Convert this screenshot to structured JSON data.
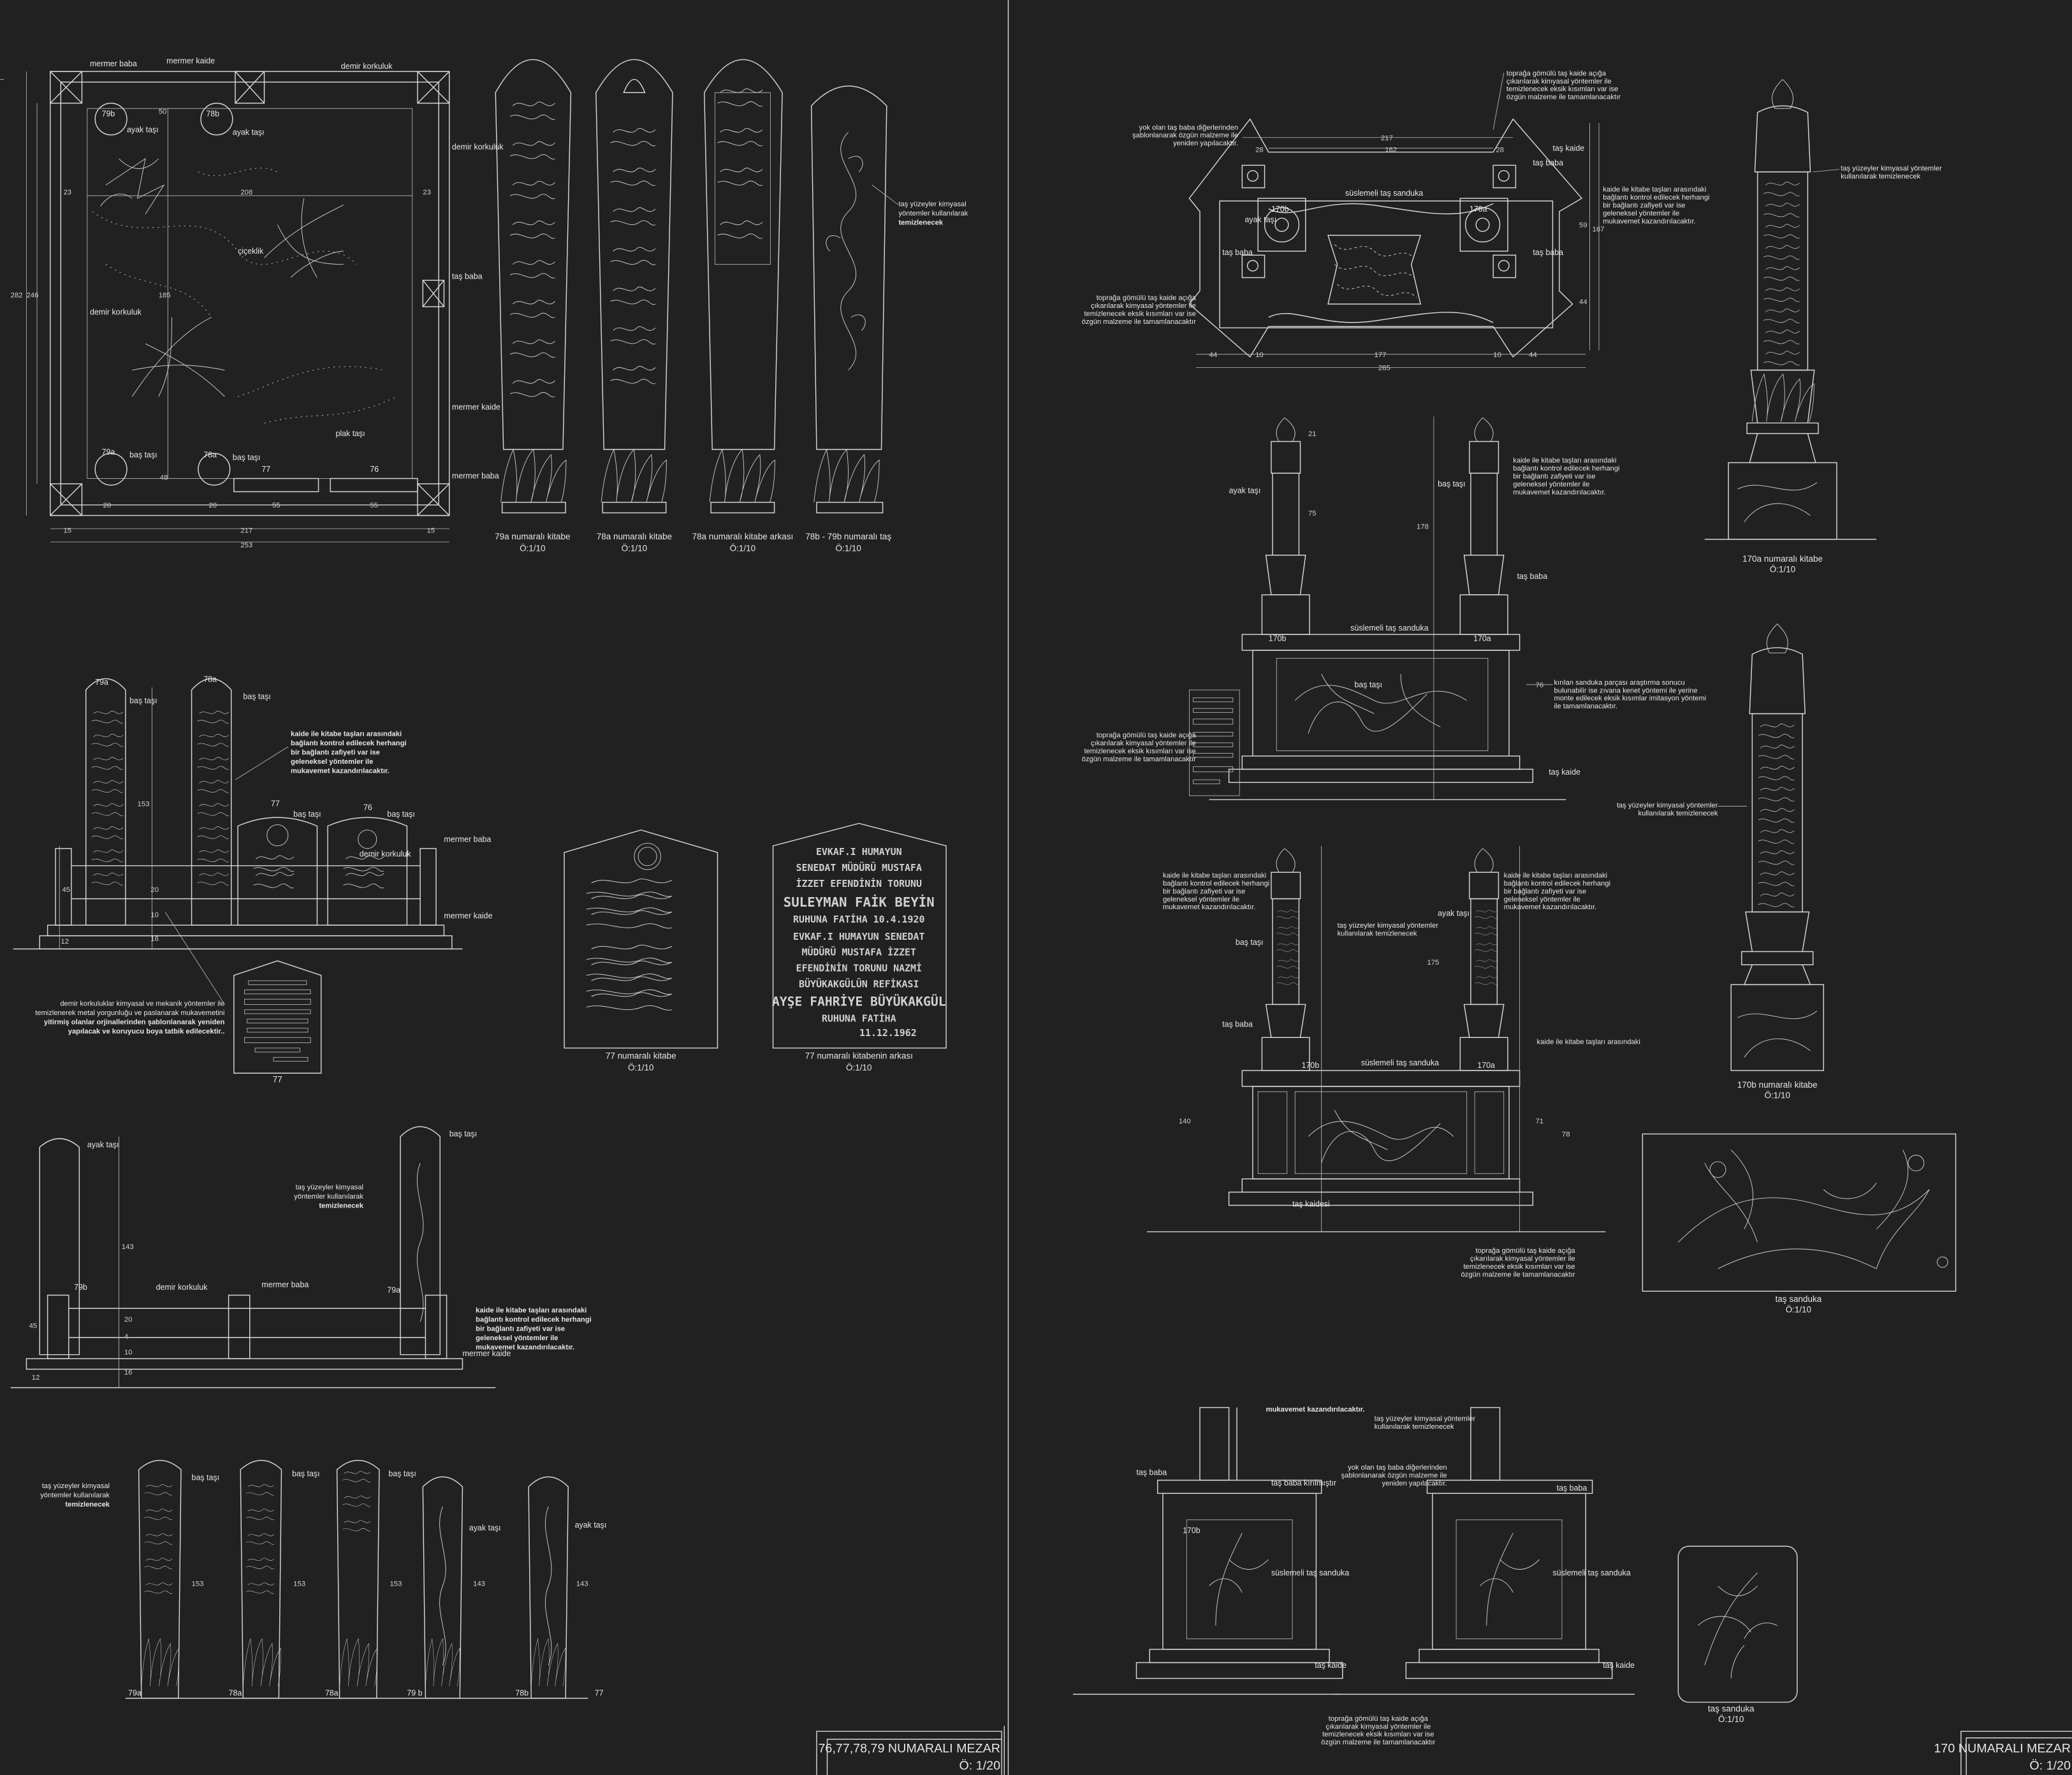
{
  "colors": {
    "background": "#212121",
    "line": "#d6d6d6"
  },
  "left_sheet": {
    "plan": {
      "labels": [
        "mermer baba",
        "mermer kaide",
        "demir korkuluk",
        "ayak taşı",
        "ayak taşı",
        "79b",
        "78b",
        "demir korkuluk",
        "çiçeklik",
        "demir korkuluk",
        "taş baba",
        "mermer kaide",
        "plak taşı",
        "baş taşı",
        "baş taşı",
        "79a",
        "78a",
        "77",
        "76",
        "mermer baba"
      ],
      "dims": [
        "217",
        "253",
        "282",
        "246",
        "208",
        "185",
        "15",
        "15",
        "20",
        "20",
        "55",
        "55",
        "48",
        "23",
        "23",
        "50"
      ]
    },
    "stones": [
      {
        "caption": "79a numaralı kitabe",
        "scale": "Ö:1/10"
      },
      {
        "caption": "78a numaralı kitabe",
        "scale": "Ö:1/10"
      },
      {
        "caption": "78a numaralı kitabe arkası",
        "scale": "Ö:1/10"
      },
      {
        "caption": "78b - 79b numaralı taş",
        "scale": "Ö:1/10"
      }
    ],
    "note_clean": [
      "taş yüzeyler kimyasal",
      "yöntemler kullanılarak",
      "temizlenecek"
    ],
    "elevation1": {
      "labels": [
        "79a",
        "78a",
        "baş taşı",
        "baş taşı",
        "77",
        "76",
        "baş taşı",
        "baş taşı",
        "mermer baba",
        "demir korkuluk",
        "mermer kaide"
      ],
      "dims": [
        "153",
        "45",
        "20",
        "10",
        "16",
        "12"
      ],
      "note": [
        "kaide ile kitabe taşları arasındaki",
        "bağlantı kontrol edilecek herhangi",
        "bir bağlantı zafiyeti var ise",
        "geleneksel yöntemler ile",
        "mukavemet kazandırılacaktır."
      ]
    },
    "note_iron": [
      "demir korkuluklar kimyasal ve mekanik yöntemler ile",
      "temizlenerek metal yorgunluğu ve paslanarak mukavemetini",
      "yitirmiş olanlar orjinallerinden şablonlanarak yeniden",
      "yapılacak ve koruyucu boya tatbik edilecektir.."
    ],
    "plaque_small_label": "77",
    "plaque_front": {
      "caption": "77 numaralı kitabe",
      "scale": "Ö:1/10"
    },
    "plaque_back": {
      "lines": [
        "EVKAF.I HUMAYUN",
        "SENEDAT MÜDÜRÜ MUSTAFA",
        "İZZET EFENDİNİN TORUNU",
        "SULEYMAN FAİK BEYİN",
        "RUHUNA FATİHA    10.4.1920",
        "EVKAF.I HUMAYUN  SENEDAT",
        "MÜDÜRÜ MUSTAFA İZZET",
        "EFENDİNİN TORUNU NAZMİ",
        "BÜYÜKAKGÜLÜN REFİKASI",
        "AYŞE FAHRİYE BÜYÜKAKGÜL",
        "RUHUNA FATİHA",
        "11.12.1962"
      ],
      "caption": "77 numaralı kitabenin arkası",
      "scale": "Ö:1/10"
    },
    "elevation2": {
      "labels": [
        "ayak taşı",
        "baş taşı",
        "79b",
        "79a",
        "demir korkuluk",
        "mermer baba",
        "mermer kaide"
      ],
      "note_clean": [
        "taş yüzeyler kimyasal",
        "yöntemler kullanılarak",
        "temizlenecek"
      ],
      "note": [
        "kaide ile kitabe taşları arasındaki",
        "bağlantı kontrol edilecek herhangi",
        "bir bağlantı zafiyeti var ise",
        "geleneksel yöntemler ile",
        "mukavemet kazandırılacaktır."
      ],
      "dims": [
        "143",
        "45",
        "20",
        "4",
        "10",
        "16",
        "12"
      ]
    },
    "side_row": {
      "note": [
        "taş yüzeyler kimyasal",
        "yöntemler kullanılarak",
        "temizlenecek"
      ],
      "labels": [
        "baş taşı",
        "baş taşı",
        "baş taşı",
        "ayak taşı",
        "ayak taşı"
      ],
      "numbers": [
        "79a",
        "78a",
        "78a",
        "79 b",
        "78b",
        "77"
      ],
      "dims": [
        "153",
        "153",
        "153",
        "143",
        "143"
      ]
    },
    "title": {
      "name": "76,77,78,79  NUMARALI MEZAR",
      "scale": "Ö: 1/20"
    }
  },
  "right_sheet": {
    "plan": {
      "note_top": [
        "toprağa gömülü taş kaide açığa",
        "çıkarılarak kimyasal yöntemler ile",
        "temizlenecek eksik kısımları var ise",
        "özgün malzeme ile tamamlanacaktır"
      ],
      "note_missing": [
        "yok olan taş baba diğerlerinden",
        "şablonlanarak özgün malzeme ile",
        "yeniden yapılacaktır."
      ],
      "note_bottom": [
        "toprağa gömülü taş kaide açığa",
        "çıkarılarak kimyasal yöntemler ile",
        "temizlenecek eksik kısımları var ise",
        "özgün malzeme ile tamamlanacaktır"
      ],
      "note_joint": [
        "kaide ile kitabe taşları arasındaki",
        "bağlantı kontrol edilecek herhangi",
        "bir bağlantı zafiyeti var ise",
        "geleneksel yöntemler ile",
        "mukavemet kazandırılacaktır."
      ],
      "labels": [
        "süslemeli taş sanduka",
        "taş kaide",
        "taş baba",
        "taş baba",
        "taş baba",
        "170b",
        "170a",
        "ayak taşı"
      ],
      "dims": [
        "217",
        "162",
        "28",
        "28",
        "44",
        "10",
        "177",
        "10",
        "44",
        "285",
        "167",
        "59",
        "44"
      ]
    },
    "stele_170a": {
      "note": [
        "taş yüzeyler kimyasal yöntemler",
        "kullanılarak temizlenecek"
      ],
      "caption": "170a numaralı kitabe",
      "scale": "Ö:1/10"
    },
    "elevation1": {
      "labels": [
        "ayak taşı",
        "baş taşı",
        "taş baba",
        "süslemeli taş sanduka",
        "baş taşı",
        "taş kaide",
        "170b",
        "170a"
      ],
      "note_joint": [
        "kaide ile kitabe taşları arasındaki",
        "bağlantı kontrol edilecek herhangi",
        "bir bağlantı zafiyeti var ise",
        "geleneksel yöntemler ile",
        "mukavemet kazandırılacaktır."
      ],
      "note_broken": [
        "kırılan sanduka parçası araştırma sonucu",
        "bulunabilir ise zıvana kenet yöntemi ile yerine",
        "monte edilecek eksik kısımlar imitasyon yöntemi",
        "ile tamamlanacaktır."
      ],
      "note_base": [
        "toprağa gömülü taş kaide açığa",
        "çıkarılarak kimyasal yöntemler ile",
        "temizlenecek eksik kısımları var ise",
        "özgün malzeme ile tamamlanacaktır"
      ],
      "dims": [
        "178",
        "75",
        "21",
        "76"
      ]
    },
    "stele_170b": {
      "note": [
        "taş yüzeyler kimyasal yöntemler",
        "kullanılarak temizlenecek"
      ],
      "caption": "170b numaralı kitabe",
      "scale": "Ö:1/10"
    },
    "elevation2": {
      "labels": [
        "baş taşı",
        "ayak taşı",
        "taş baba",
        "süslemeli taş sanduka",
        "taş kaidesi",
        "170b",
        "170a"
      ],
      "note_joint_left": [
        "kaide ile kitabe taşları arasındaki",
        "bağlantı kontrol edilecek herhangi",
        "bir bağlantı zafiyeti var ise",
        "geleneksel yöntemler ile",
        "mukavemet kazandırılacaktır."
      ],
      "note_joint_right": [
        "kaide ile kitabe taşları arasındaki",
        "bağlantı kontrol edilecek herhangi",
        "bir bağlantı zafiyeti var ise",
        "geleneksel yöntemler ile",
        "mukavemet kazandırılacaktır."
      ],
      "note_clean": [
        "taş yüzeyler kimyasal yöntemler",
        "kullanılarak temizlenecek"
      ],
      "note_base": [
        "toprağa gömülü taş kaide açığa",
        "çıkarılarak kimyasal yöntemler ile",
        "temizlenecek eksik kısımları var ise",
        "özgün malzeme ile tamamlanacaktır"
      ],
      "dims": [
        "175",
        "140",
        "71",
        "78"
      ]
    },
    "relief": {
      "caption": "taş sanduka",
      "scale": "Ö:1/10"
    },
    "side": {
      "labels": [
        "taş baba",
        "taş baba kırılmıştır",
        "süslemeli taş sanduka",
        "taş kaide",
        "170b",
        "taş baba",
        "süslemeli taş sanduka",
        "taş kaide"
      ],
      "note_top_left": "mukavemet kazandırılacaktır.",
      "note_clean": [
        "taş yüzeyler kimyasal yöntemler",
        "kullanılarak temizlenecek"
      ],
      "note_missing": [
        "yok olan taş baba diğerlerinden",
        "şablonlanarak özgün malzeme ile",
        "yeniden yapılacaktır."
      ],
      "note_base": [
        "toprağa gömülü taş kaide açığa",
        "çıkarılarak kimyasal yöntemler ile",
        "temizlenecek eksik kısımları var ise",
        "özgün malzeme ile tamamlanacaktır"
      ]
    },
    "small_panel": {
      "caption": "taş sanduka",
      "scale": "Ö:1/10"
    },
    "title": {
      "name": "170 NUMARALI MEZAR",
      "scale": "Ö: 1/20"
    }
  }
}
